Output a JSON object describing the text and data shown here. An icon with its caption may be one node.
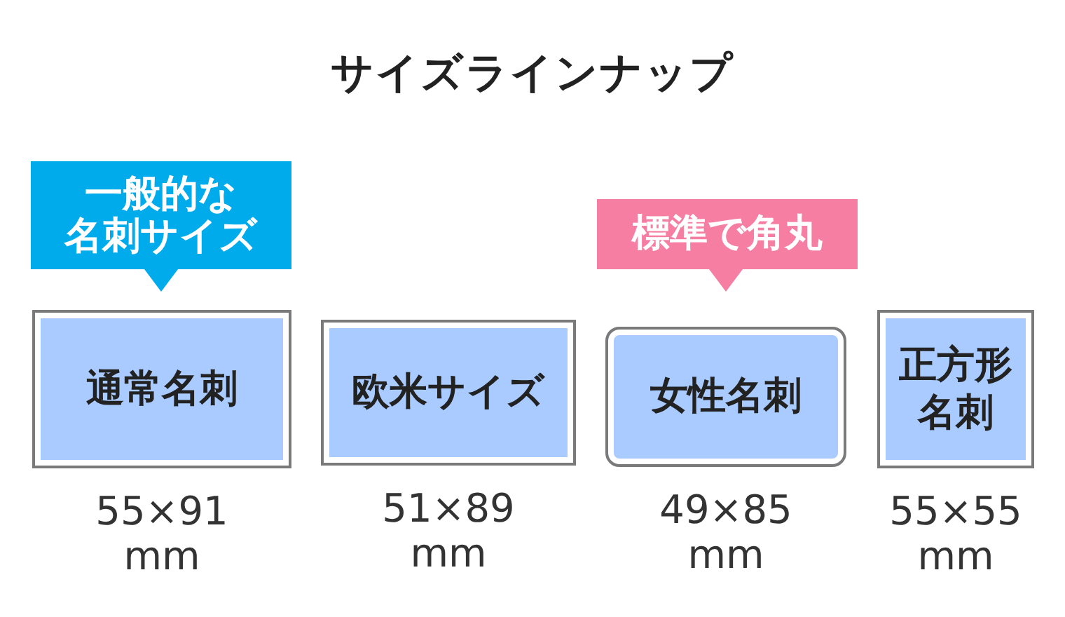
{
  "diagram": {
    "title": "サイズラインナップ",
    "nodes": [
      {
        "text": [
          "一般的な名刺サイズ"
        ]
      },
      {
        "text": [
          "標準で角丸"
        ]
      },
      {
        "text": [
          "通常名刺"
        ],
        "beside": [
          "55×91 mm"
        ]
      },
      {
        "text": [
          "欧米サイズ"
        ],
        "beside": [
          "51×89 mm"
        ]
      },
      {
        "text": [
          "女性名刺"
        ],
        "beside": [
          "49×85 mm"
        ]
      },
      {
        "text": [
          "正方形名刺"
        ],
        "beside": [
          "55×55 mm"
        ]
      }
    ]
  }
}
